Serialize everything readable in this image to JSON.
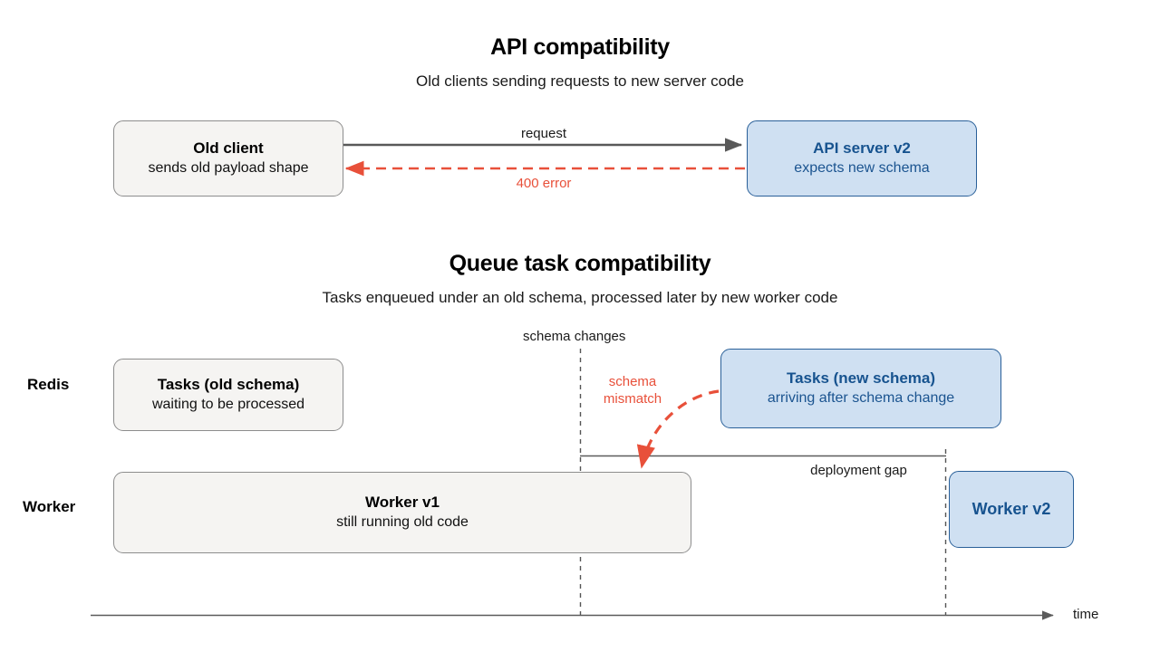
{
  "api_section": {
    "title": "API compatibility",
    "subtitle": "Old clients sending requests to new server code",
    "client_box": {
      "title": "Old client",
      "subtitle": "sends old payload shape"
    },
    "server_box": {
      "title": "API server v2",
      "subtitle": "expects new schema"
    },
    "request_label": "request",
    "error_label": "400 error"
  },
  "queue_section": {
    "title": "Queue task compatibility",
    "subtitle": "Tasks enqueued under an old schema, processed later by new worker code",
    "row_labels": {
      "redis": "Redis",
      "worker": "Worker"
    },
    "schema_change_label": "schema changes",
    "mismatch_label_line1": "schema",
    "mismatch_label_line2": "mismatch",
    "deployment_gap_label": "deployment gap",
    "time_axis_label": "time",
    "old_tasks_box": {
      "title": "Tasks (old schema)",
      "subtitle": "waiting to be processed"
    },
    "new_tasks_box": {
      "title": "Tasks (new schema)",
      "subtitle": "arriving after schema change"
    },
    "worker_v1_box": {
      "title": "Worker v1",
      "subtitle": "still running old code"
    },
    "worker_v2_box": {
      "title": "Worker v2",
      "subtitle": ""
    }
  },
  "colors": {
    "background": "#ffffff",
    "gray_box_fill": "#f5f4f2",
    "gray_box_border": "#8d8d8d",
    "blue_box_fill": "#cfe0f2",
    "blue_box_border": "#2a6099",
    "blue_text": "#17538f",
    "error_red": "#e8503a",
    "arrow_gray": "#595959",
    "axis_gray": "#5b5b5b"
  }
}
